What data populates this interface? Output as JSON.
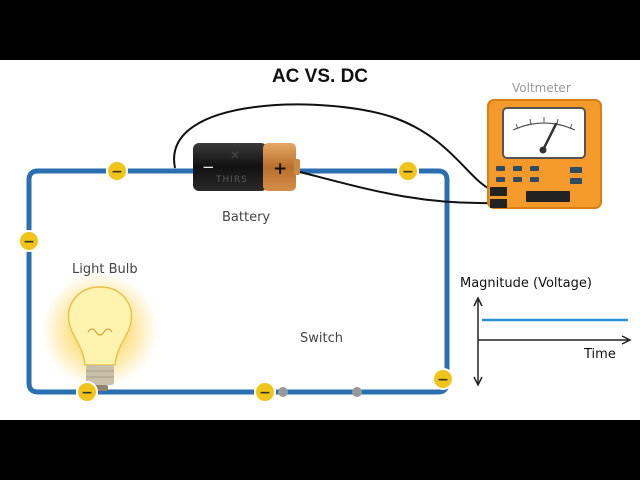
{
  "title": "AC VS. DC",
  "labels": {
    "battery": "Battery",
    "battery_plus": "+",
    "battery_minus": "−",
    "battery_brand": "THIRS",
    "light_bulb": "Light Bulb",
    "switch": "Switch",
    "voltmeter": "Voltmeter"
  },
  "electron_symbol": "−",
  "graph": {
    "y_label": "Magnitude (Voltage)",
    "x_label": "Time",
    "signal_type": "constant (DC)"
  },
  "colors": {
    "wire": "#2a6fb0",
    "electron": "#f0c419",
    "voltmeter_body": "#f39a2b",
    "signal_line": "#2a8fd6",
    "battery_cap": "#c9823e",
    "bulb_glow": "#ffd75e"
  }
}
